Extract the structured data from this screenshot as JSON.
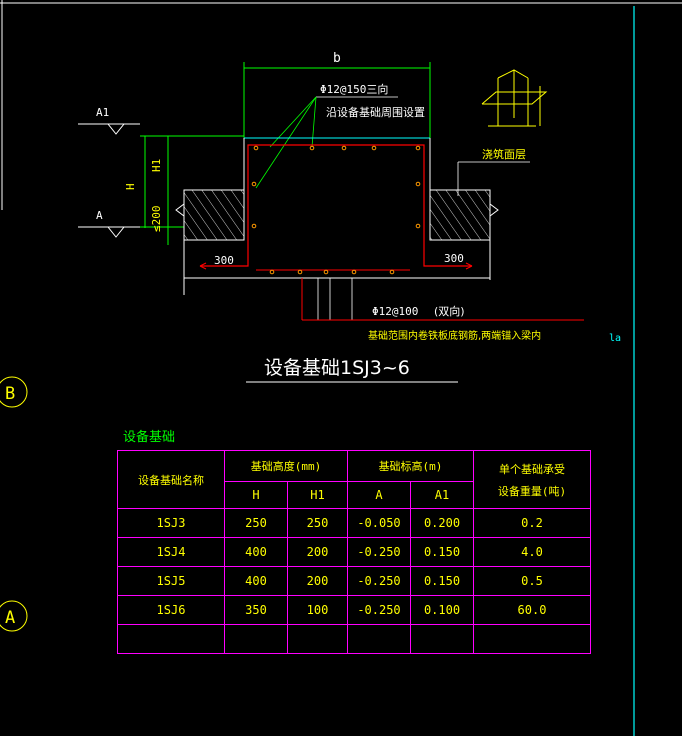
{
  "drawing": {
    "dim_b": "b",
    "rebar_top": "Φ12@150三向",
    "rebar_top_note": "沿设备基础周围设置",
    "level_a1": "A1",
    "level_a": "A",
    "dim_h1": "H1",
    "dim_h": "H",
    "dim_200": "≤200",
    "dim_300_left": "300",
    "dim_300_right": "300",
    "pour_surface": "浇筑面层",
    "rebar_bottom": "Φ12@100",
    "rebar_bottom_dir": "(双向)",
    "rebar_bottom_note": "基础范围内卷铁板底钢筋,两端锚入梁内",
    "la_label": "la",
    "title": "设备基础1SJ3~6",
    "grid_b": "B",
    "grid_a": "A"
  },
  "table": {
    "title": "设备基础",
    "col_name": "设备基础名称",
    "col_height": "基础高度(mm)",
    "col_level": "基础标高(m)",
    "col_weight_l1": "单个基础承受",
    "col_weight_l2": "设备重量(吨)",
    "sub_h": "H",
    "sub_h1": "H1",
    "sub_a": "A",
    "sub_a1": "A1",
    "rows": [
      {
        "name": "1SJ3",
        "h": "250",
        "h1": "250",
        "a": "-0.050",
        "a1": "0.200",
        "w": "0.2"
      },
      {
        "name": "1SJ4",
        "h": "400",
        "h1": "200",
        "a": "-0.250",
        "a1": "0.150",
        "w": "4.0"
      },
      {
        "name": "1SJ5",
        "h": "400",
        "h1": "200",
        "a": "-0.250",
        "a1": "0.150",
        "w": "0.5"
      },
      {
        "name": "1SJ6",
        "h": "350",
        "h1": "100",
        "a": "-0.250",
        "a1": "0.100",
        "w": "60.0"
      }
    ]
  },
  "colors": {
    "background": "#000000",
    "dimension": "#00ff00",
    "text": "#ffff00",
    "concrete": "#ff0000",
    "outline": "#ffffff",
    "table_border": "#ff00ff",
    "cyan": "#00ffff"
  }
}
